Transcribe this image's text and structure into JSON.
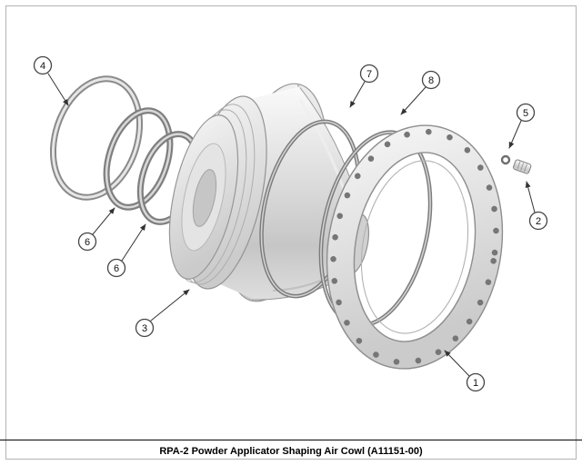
{
  "diagram": {
    "caption": "RPA-2 Powder Applicator Shaping Air Cowl (A11151-00)",
    "callouts": [
      "4",
      "6",
      "6",
      "3",
      "7",
      "8",
      "5",
      "2",
      "1"
    ]
  },
  "colors": {
    "background": "#ffffff",
    "frame_border": "#aaaaaa",
    "separator_line": "#222222",
    "leader_line": "#333333",
    "part_light": "#f5f5f5",
    "part_mid": "#d8d8d8",
    "part_dark": "#8c8c8c"
  }
}
